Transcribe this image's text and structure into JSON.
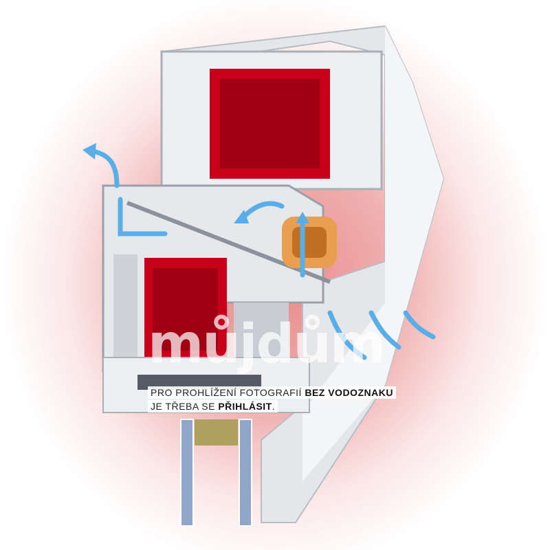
{
  "watermark": "můjdům",
  "notice": {
    "line1_prefix": "PRO PROHLÍŽENÍ FOTOGRAFIÍ ",
    "line1_bold": "BEZ VODOZNAKU",
    "line2_prefix": "JE TŘEBA SE ",
    "line2_link": "PŘIHLÁSIT",
    "line2_suffix": "."
  },
  "colors": {
    "profile": "#e9ebee",
    "chamber": "#c9ccd2",
    "reinforcement": "#c8001a",
    "gasket": "#e8a050",
    "arrow": "#5aaee8",
    "glass": "#8fa6c8"
  }
}
